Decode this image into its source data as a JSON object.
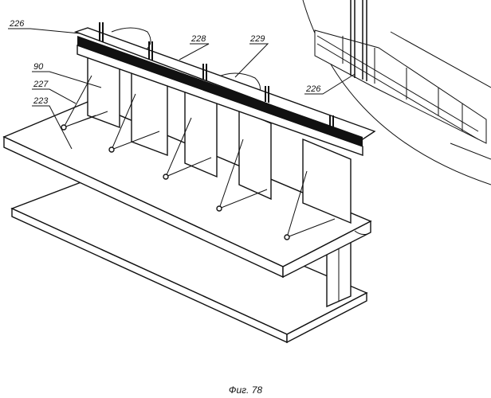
{
  "figure": {
    "caption": "Фиг. 78",
    "labels": {
      "beam_end": "226",
      "beam": "228",
      "opening": "229",
      "panel": "90",
      "brace": "227",
      "slab": "223",
      "inset_beam": "226"
    }
  }
}
